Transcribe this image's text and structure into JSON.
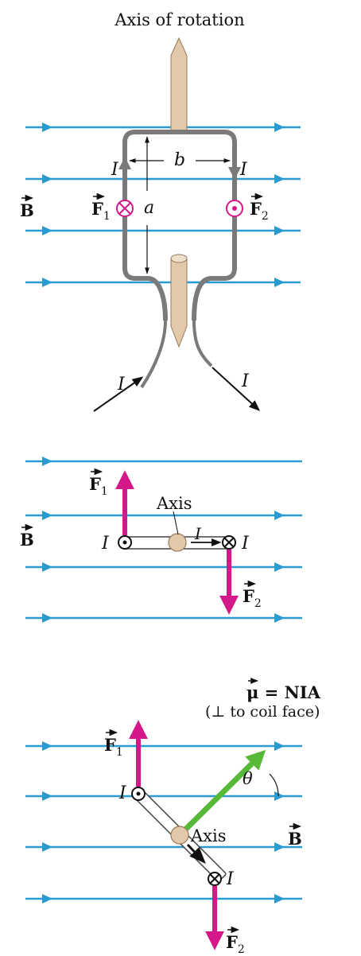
{
  "colors": {
    "field_line": "#2a9bd0",
    "coil": "#7a7a7a",
    "axle": "#e2c9a9",
    "axle_stroke": "#9a7a5a",
    "force": "#d4188a",
    "moment": "#58b838",
    "text": "#111111"
  },
  "top_panel": {
    "axis_title": "Axis of rotation",
    "field_label": "B",
    "current_symbol": "I",
    "width_label": "b",
    "height_label": "a",
    "force1_label": "F",
    "force1_sub": "1",
    "force2_label": "F",
    "force2_sub": "2",
    "force1_direction": "into page",
    "force2_direction": "out of page"
  },
  "middle_panel": {
    "axis_label": "Axis",
    "field_label": "B",
    "current_symbol": "I",
    "force1_label": "F",
    "force1_sub": "1",
    "force2_label": "F",
    "force2_sub": "2"
  },
  "bottom_panel": {
    "moment_label": "μ = NIA",
    "moment_note": "(⊥ to coil face)",
    "angle_label": "θ",
    "axis_label": "Axis",
    "field_label": "B",
    "current_symbol": "I",
    "force1_label": "F",
    "force1_sub": "1",
    "force2_label": "F",
    "force2_sub": "2"
  }
}
